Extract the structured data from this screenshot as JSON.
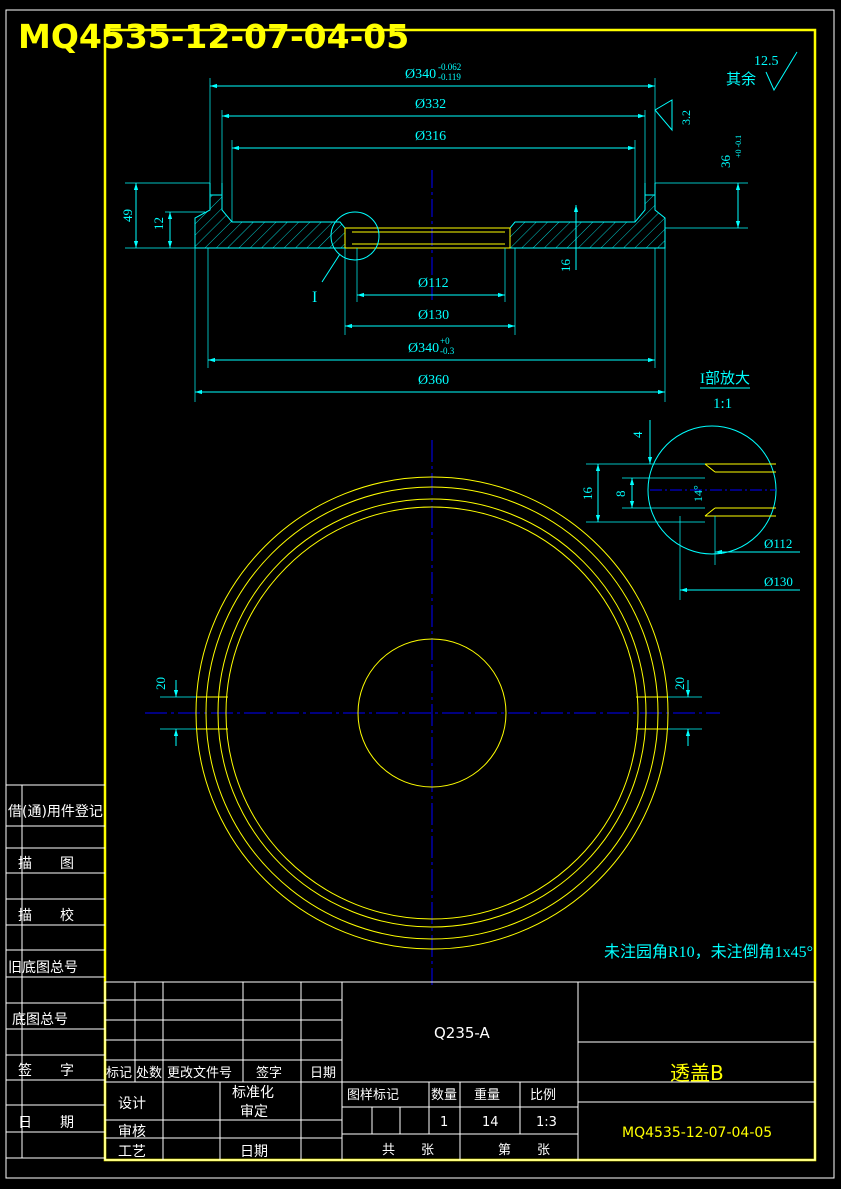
{
  "drawing_number": "MQ4535-12-07-04-05",
  "roughness": {
    "value": "12.5",
    "rest_label": "其余",
    "face_value": "3.2"
  },
  "dims": {
    "d340_top": "Ø340",
    "d340_top_tol_up": "-0.062",
    "d340_top_tol_lo": "-0.119",
    "d332": "Ø332",
    "d316": "Ø316",
    "d112": "Ø112",
    "d130": "Ø130",
    "d340_bot": "Ø340",
    "d340_bot_tol_up": "+0",
    "d340_bot_tol_lo": "-0.3",
    "d360": "Ø360",
    "h49": "49",
    "h12": "12",
    "h16": "16",
    "h36": "36",
    "h36_tol": "+0 -0.1",
    "ref_I": "I",
    "plan_20_left": "20",
    "plan_20_right": "20"
  },
  "detail": {
    "title": "I部放大",
    "scale": "1:1",
    "d4": "4",
    "d16": "16",
    "d8": "8",
    "angle": "14°",
    "d112": "Ø112",
    "d130": "Ø130"
  },
  "note": "未注园角R10，未注倒角1x45°",
  "left_column": [
    "借(通)用件登记",
    "描　　图",
    "描　　校",
    "旧底图总号",
    "底图总号",
    "签　　字",
    "日　　期"
  ],
  "title_block": {
    "material": "Q235-A",
    "part_name": "透盖B",
    "part_number": "MQ4535-12-07-04-05",
    "rev_headers": [
      "标记",
      "处数",
      "更改文件号",
      "签字",
      "日期"
    ],
    "row_design": "设计",
    "row_standard": "标准化",
    "row_review": "审定",
    "row_check": "审核",
    "row_process": "工艺",
    "row_date": "日期",
    "hdr_pattern": "图样标记",
    "hdr_qty": "数量",
    "hdr_weight": "重量",
    "hdr_scale": "比例",
    "val_qty": "1",
    "val_weight": "14",
    "val_scale": "1:3",
    "sheet_total": "共　　张",
    "sheet_no": "第　　张"
  }
}
